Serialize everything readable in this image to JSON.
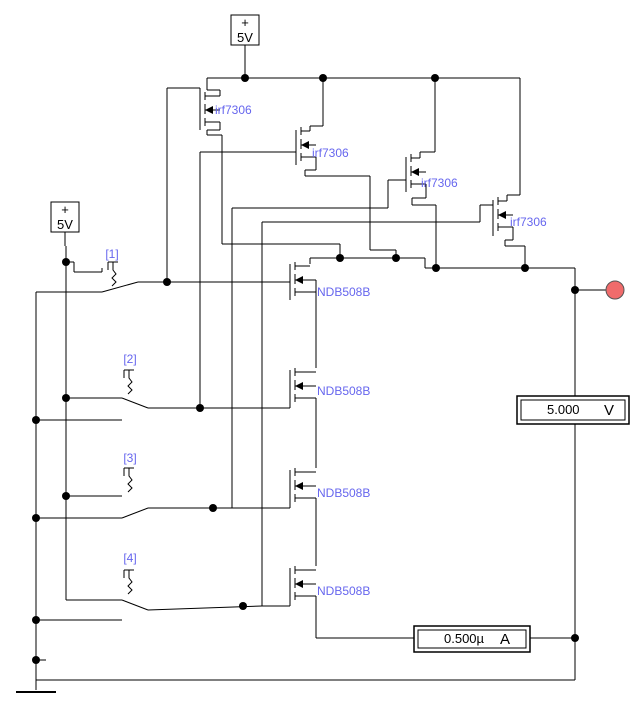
{
  "schematic": {
    "supplies": [
      {
        "label": "5V",
        "sign": "+"
      },
      {
        "label": "5V",
        "sign": "+"
      }
    ],
    "pmos": [
      {
        "part": "irf7306"
      },
      {
        "part": "irf7306"
      },
      {
        "part": "irf7306"
      },
      {
        "part": "irf7306"
      }
    ],
    "nmos": [
      {
        "part": "NDB508B"
      },
      {
        "part": "NDB508B"
      },
      {
        "part": "NDB508B"
      },
      {
        "part": "NDB508B"
      }
    ],
    "switches": [
      {
        "key": "[1]"
      },
      {
        "key": "[2]"
      },
      {
        "key": "[3]"
      },
      {
        "key": "[4]"
      }
    ],
    "voltmeter": {
      "value": "5.000",
      "unit": "V"
    },
    "ammeter": {
      "value": "0.500µ",
      "unit": "A"
    },
    "probe_color": "#f06b6b",
    "label_color": "#6666ee"
  }
}
